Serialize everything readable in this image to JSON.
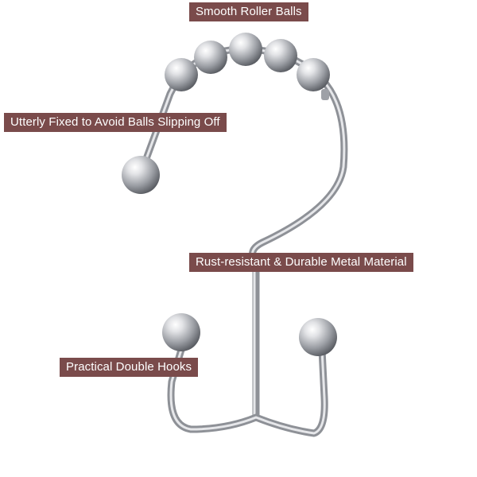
{
  "callouts": {
    "rollers": "Smooth Roller Balls",
    "fixed": "Utterly Fixed to Avoid Balls Slipping Off",
    "material": "Rust-resistant & Durable Metal Material",
    "hooks": "Practical Double Hooks"
  },
  "colors": {
    "label_bg": "#7a4b4b",
    "label_text": "#ffffff",
    "metal_light": "#f4f4f6",
    "metal_dark": "#6c6f75"
  }
}
